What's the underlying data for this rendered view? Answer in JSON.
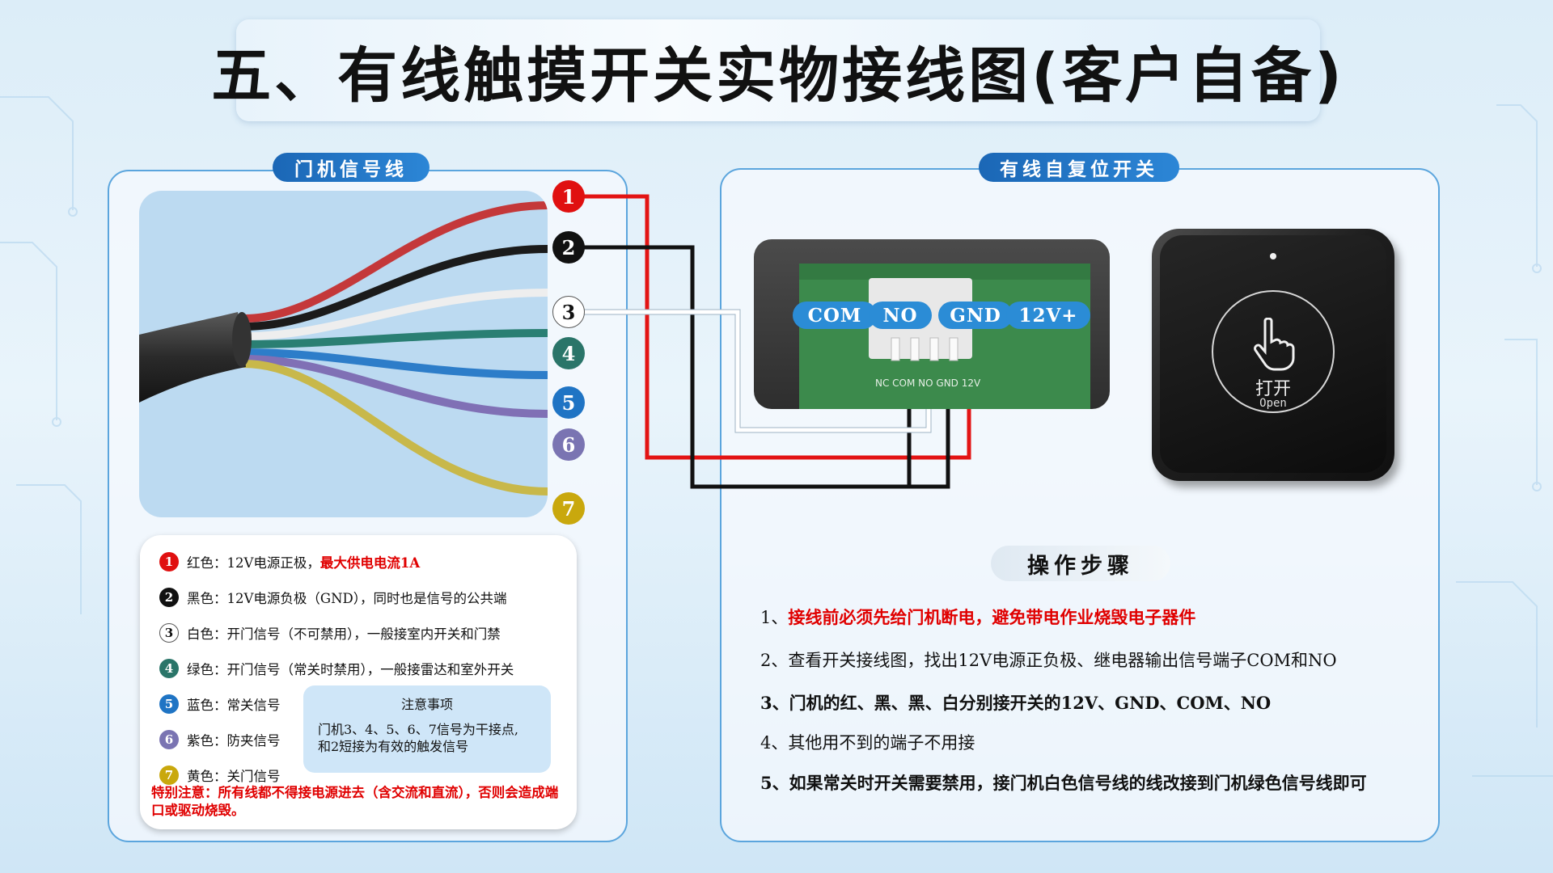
{
  "title": "五、有线触摸开关实物接线图(客户自备)",
  "left_panel": {
    "header": "门机信号线",
    "wires": [
      {
        "num": "1",
        "color": "#e01010",
        "cable_color": "#c4383a"
      },
      {
        "num": "2",
        "color": "#111111",
        "cable_color": "#1b1b1b"
      },
      {
        "num": "3",
        "color": "#ffffff",
        "cable_color": "#eeeeee"
      },
      {
        "num": "4",
        "color": "#2a7569",
        "cable_color": "#2a7f73"
      },
      {
        "num": "5",
        "color": "#1f74c4",
        "cable_color": "#2d7dc9"
      },
      {
        "num": "6",
        "color": "#7a74b2",
        "cable_color": "#8070b5"
      },
      {
        "num": "7",
        "color": "#c9a80d",
        "cable_color": "#c8b84a"
      }
    ],
    "legend": [
      {
        "num": "1",
        "color": "#e01010",
        "text": "红色：12V电源正极，",
        "emphasis": "最大供电电流1A"
      },
      {
        "num": "2",
        "color": "#111111",
        "text": "黑色：12V电源负极（GND），同时也是信号的公共端",
        "emphasis": ""
      },
      {
        "num": "3",
        "color": "#ffffff",
        "text": "白色：开门信号（不可禁用），一般接室内开关和门禁",
        "emphasis": ""
      },
      {
        "num": "4",
        "color": "#2a7569",
        "text": "绿色：开门信号（常关时禁用），一般接雷达和室外开关",
        "emphasis": ""
      },
      {
        "num": "5",
        "color": "#1f74c4",
        "text": "蓝色：常关信号",
        "emphasis": ""
      },
      {
        "num": "6",
        "color": "#7a74b2",
        "text": "紫色：防夹信号",
        "emphasis": ""
      },
      {
        "num": "7",
        "color": "#c9a80d",
        "text": "黄色：关门信号",
        "emphasis": ""
      }
    ],
    "note": {
      "title": "注意事项",
      "line1": "门机3、4、5、6、7信号为干接点,",
      "line2": "和2短接为有效的触发信号"
    },
    "warning": "特别注意：所有线都不得接电源进去（含交流和直流），否则会造成端口或驱动烧毁。"
  },
  "right_panel": {
    "header": "有线自复位开关",
    "terminals": [
      "COM",
      "NO",
      "GND",
      "12V+"
    ],
    "board_silkscreen": "NC COM NO GND 12V",
    "switch": {
      "label_cn": "打开",
      "label_en": "Open"
    },
    "steps_title": "操作步骤",
    "steps": [
      {
        "num": "1、",
        "text": "接线前必须先给门机断电，避免带电作业烧毁电子器件"
      },
      {
        "num": "2、",
        "text": "查看开关接线图，找出12V电源正负极、继电器输出信号端子COM和NO"
      },
      {
        "num": "3、",
        "text": "门机的红、黑、黑、白分别接开关的12V、GND、COM、NO"
      },
      {
        "num": "4、",
        "text": "其他用不到的端子不用接"
      },
      {
        "num": "5、",
        "text": "如果常关时开关需要禁用，接门机白色信号线的线改接到门机绿色信号线即可"
      }
    ]
  }
}
